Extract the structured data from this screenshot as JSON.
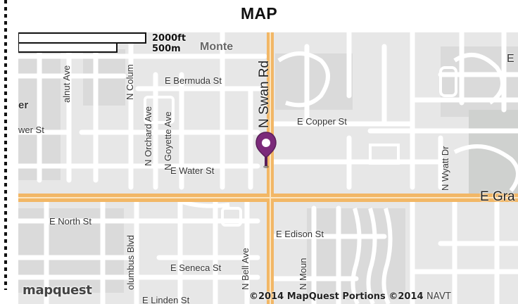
{
  "title": "MAP",
  "map": {
    "scale": {
      "imperial": "2000ft",
      "metric": "500m"
    },
    "labels": {
      "monte": "Monte",
      "e_bermuda": "E Bermuda St",
      "e_copper": "E Copper St",
      "e_water": "E Water St",
      "e_north": "E North St",
      "e_edison": "E Edison St",
      "e_seneca": "E Seneca St",
      "e_linden": "E Linden St",
      "e_grant": "E Gra",
      "e_edge": "E",
      "ewer_st": "wer St",
      "er": "er",
      "walnut": "alnut Ave",
      "n_colum": "N Colum",
      "n_orchard": "N Orchard Ave",
      "n_goyette": "N Goyette Ave",
      "n_swan": "N Swan Rd",
      "n_wyatt": "N Wyatt Dr",
      "columbus": "olumbus Blvd",
      "n_bell": "N Bell Ave",
      "n_moun": "N Moun"
    },
    "brand": "mapquest",
    "copyright": "©2014 MapQuest  Portions ©2014",
    "copyright_navteq": "NAVT",
    "pin_icon": "location-pin-icon",
    "colors": {
      "background": "#e8e8e8",
      "block": "#d8d8d8",
      "street": "#ffffff",
      "arterial": "#f2b766",
      "pin": "#7b2a7a"
    }
  }
}
